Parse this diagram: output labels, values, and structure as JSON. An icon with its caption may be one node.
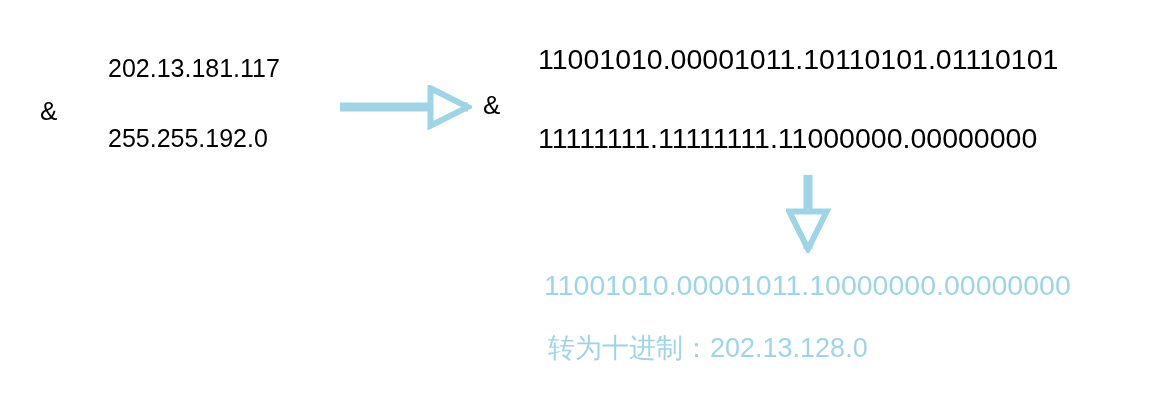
{
  "diagram": {
    "nodes": [
      {
        "text": [
          "202.13.181.117",
          "255.255.192.0"
        ],
        "beside": [
          "&"
        ]
      },
      {
        "text": [
          "11001010.00001011.10110101.01110101",
          "11111111.11111111.11000000.00000000"
        ],
        "beside": [
          "&"
        ]
      },
      {
        "text": [
          "11001010.00001011.10000000.00000000"
        ]
      }
    ],
    "edges": [
      {
        "from": 0,
        "to": 1,
        "arrow": "to"
      },
      {
        "from": 1,
        "to": 2,
        "arrow": "to"
      }
    ],
    "labels": [
      "转为十进制：202.13.128.0"
    ]
  }
}
